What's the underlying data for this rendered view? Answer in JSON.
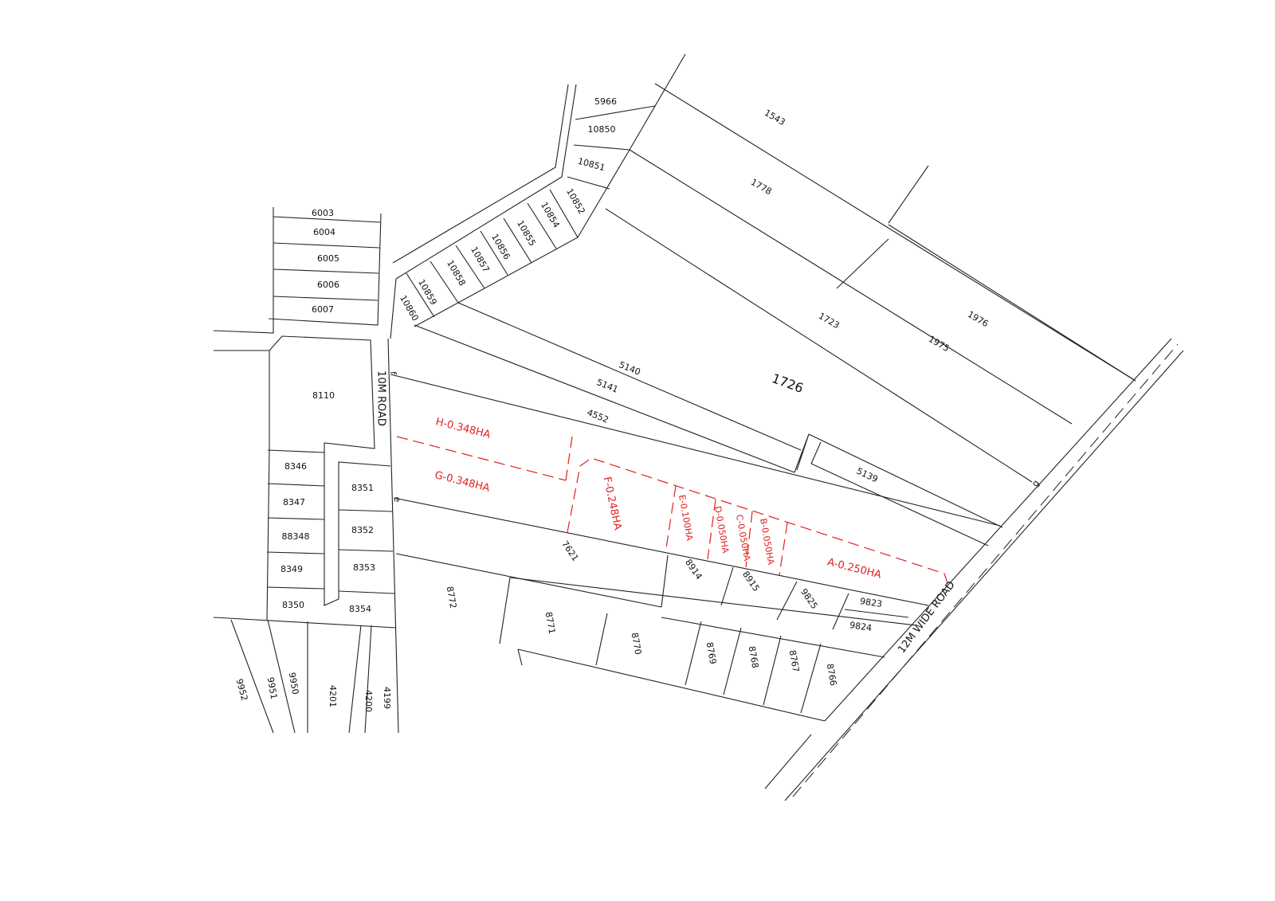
{
  "roads": {
    "west": "10M ROAD",
    "east": "12M WIDE ROAD"
  },
  "parcels": [
    "5966",
    "10850",
    "10851",
    "10852",
    "10854",
    "10855",
    "10856",
    "10857",
    "10858",
    "10859",
    "10860",
    "1543",
    "1778",
    "1723",
    "1726",
    "1976",
    "1975",
    "5140",
    "5141",
    "4552",
    "5139",
    "6003",
    "6004",
    "6005",
    "6006",
    "6007",
    "8110",
    "8346",
    "8347",
    "88348",
    "8349",
    "8350",
    "8351",
    "8352",
    "8353",
    "8354",
    "7621",
    "8914",
    "8915",
    "9825",
    "9823",
    "9824",
    "8772",
    "8771",
    "8770",
    "8769",
    "8768",
    "8767",
    "8766",
    "9952",
    "9951",
    "9950",
    "4201",
    "4200",
    "4199"
  ],
  "plots": [
    {
      "label": "H-0.348HA"
    },
    {
      "label": "G-0.348HA"
    },
    {
      "label": "F-0.248HA"
    },
    {
      "label": "E-0.100HA"
    },
    {
      "label": "D-0.050HA"
    },
    {
      "label": "C-0.050HA"
    },
    {
      "label": "B-0.050HA"
    },
    {
      "label": "A-0.250HA"
    }
  ],
  "markers": [
    "f",
    "e",
    "g"
  ],
  "colors": {
    "lines": "#222222",
    "plots": "#e02020"
  }
}
